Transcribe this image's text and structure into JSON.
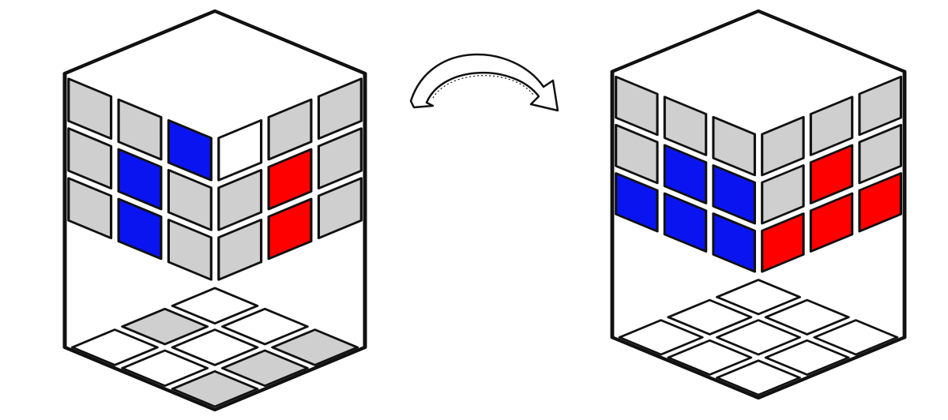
{
  "colors": {
    "grey": "#cfcfcf",
    "white": "#ffffff",
    "blue": "#0a14f0",
    "red": "#ff0000",
    "stroke": "#111111"
  },
  "cubes": [
    {
      "name": "cube-before",
      "faces": {
        "left": [
          "grey",
          "grey",
          "blue",
          "grey",
          "blue",
          "grey",
          "grey",
          "blue",
          "grey"
        ],
        "right": [
          "white",
          "grey",
          "grey",
          "grey",
          "red",
          "grey",
          "grey",
          "red",
          "grey"
        ],
        "top": [
          "white",
          "white",
          "grey",
          "grey",
          "white",
          "grey",
          "white",
          "white",
          "grey"
        ]
      }
    },
    {
      "name": "cube-after",
      "faces": {
        "left": [
          "grey",
          "grey",
          "grey",
          "grey",
          "blue",
          "blue",
          "blue",
          "blue",
          "blue"
        ],
        "right": [
          "grey",
          "grey",
          "grey",
          "grey",
          "red",
          "grey",
          "red",
          "red",
          "red"
        ],
        "top": [
          "white",
          "white",
          "white",
          "white",
          "white",
          "white",
          "white",
          "white",
          "white"
        ]
      }
    }
  ],
  "arrow": {
    "icon": "curved-rotate-arrow-icon",
    "direction": "clockwise"
  }
}
